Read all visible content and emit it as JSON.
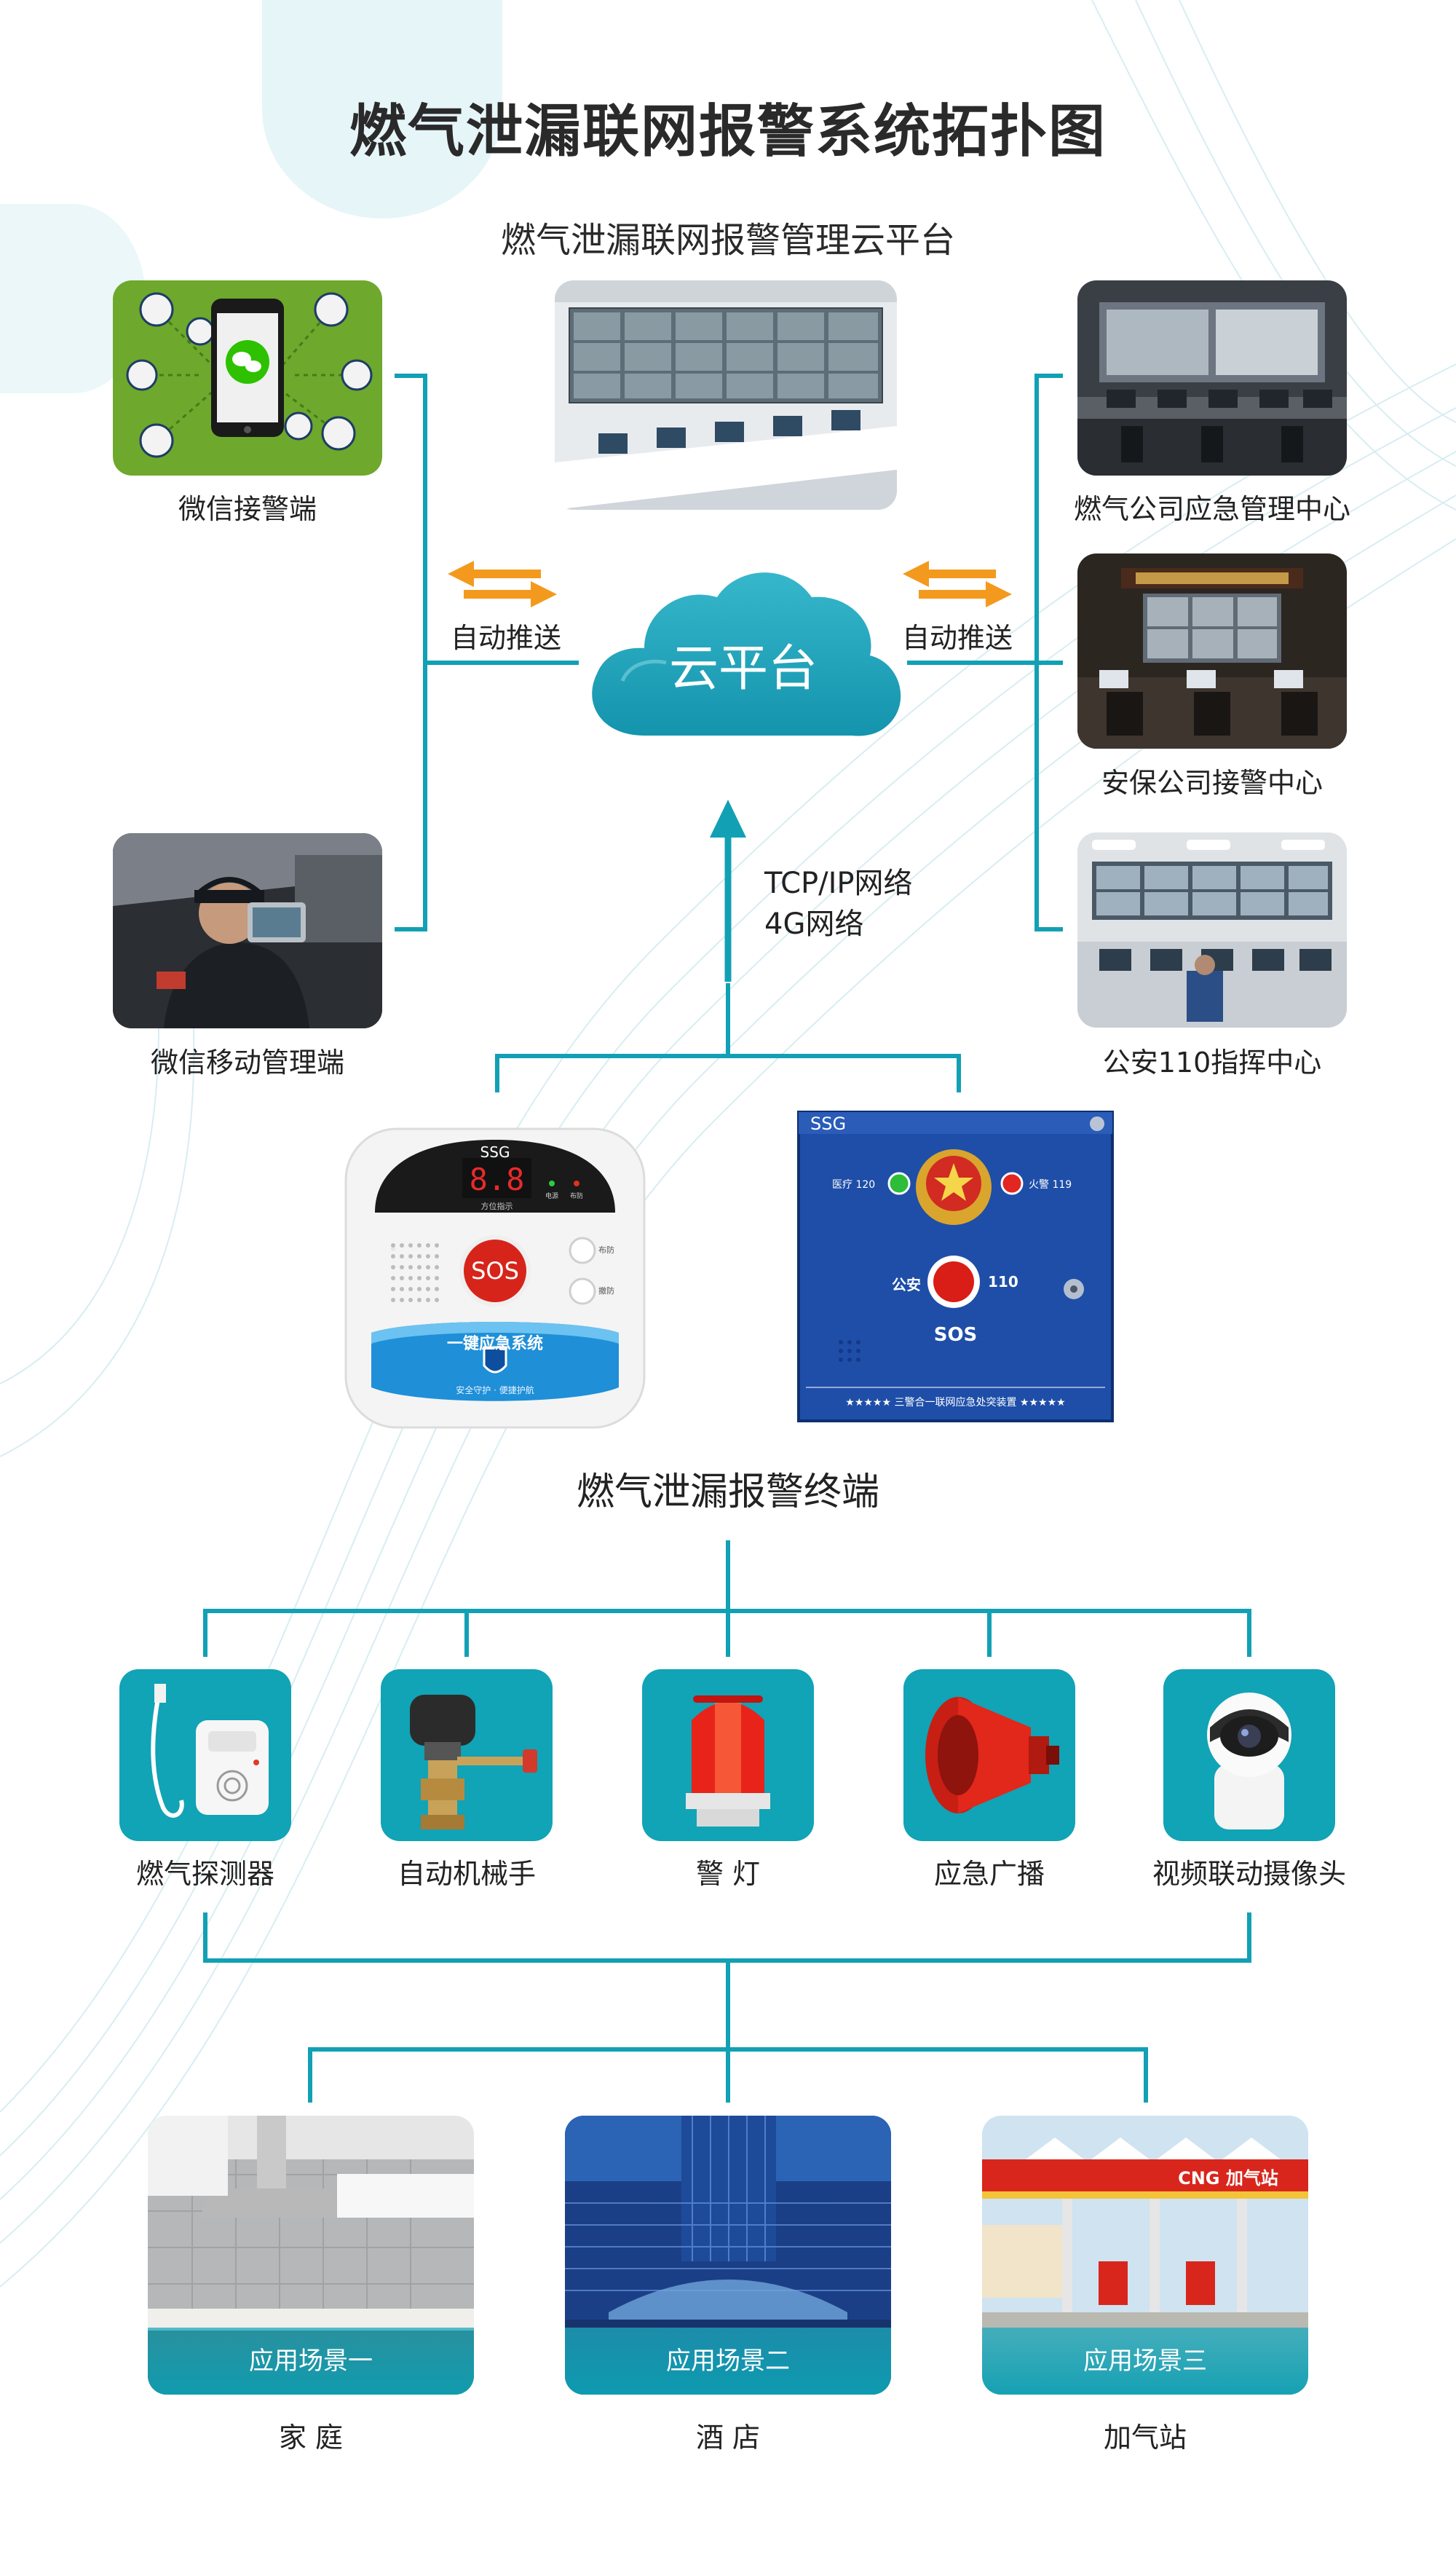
{
  "title": "燃气泄漏联网报警系统拓扑图",
  "cloud_platform": {
    "heading": "燃气泄漏联网报警管理云平台",
    "label": "云平台"
  },
  "left_clients": [
    {
      "label": "微信接警端",
      "icon": "phone-wechat-icon"
    },
    {
      "label": "微信移动管理端",
      "icon": "officer-photo"
    }
  ],
  "right_centers": [
    {
      "label": "燃气公司应急管理中心"
    },
    {
      "label": "安保公司接警中心"
    },
    {
      "label": "公安110指挥中心"
    }
  ],
  "push_labels": {
    "left": "自动推送",
    "right": "自动推送"
  },
  "network": {
    "line1": "TCP/IP网络",
    "line2": "4G网络"
  },
  "terminal_a": {
    "brand": "SSG",
    "display": "8.8",
    "display_caption": "方位指示",
    "led1": "电源",
    "led2": "布防",
    "sos": "SOS",
    "btn1": "布防",
    "btn2": "撤防",
    "panel_text": "一键应急系统",
    "panel_sub": "安全守护 · 便捷护航"
  },
  "terminal_b": {
    "brand": "SSG",
    "left_label": "医疗 120",
    "right_label": "火警 119",
    "police_label": "公安",
    "police_num": "110",
    "sos": "SOS",
    "footer": "★★★★★ 三警合一联网应急处突装置 ★★★★★"
  },
  "terminal_heading": "燃气泄漏报警终端",
  "devices": [
    {
      "label": "燃气探测器",
      "icon": "gas-detector-icon"
    },
    {
      "label": "自动机械手",
      "icon": "valve-manipulator-icon"
    },
    {
      "label": "警  灯",
      "icon": "warning-light-icon"
    },
    {
      "label": "应急广播",
      "icon": "horn-speaker-icon"
    },
    {
      "label": "视频联动摄像头",
      "icon": "camera-icon"
    }
  ],
  "scenes": [
    {
      "band": "应用场景一",
      "label": "家 庭"
    },
    {
      "band": "应用场景二",
      "label": "酒 店"
    },
    {
      "band": "应用场景三",
      "label": "加气站"
    }
  ],
  "station_sign": "CNG 加气站",
  "colors": {
    "line": "#12a0b4",
    "tile": "#11a3b6",
    "arrow": "#f39a1e",
    "cloud": "#1b9fb6"
  }
}
